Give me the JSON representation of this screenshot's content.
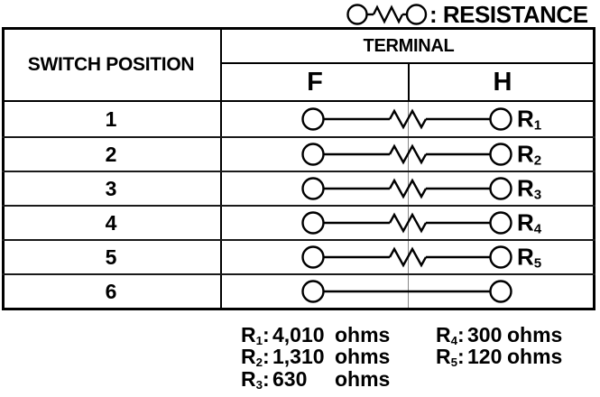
{
  "legend": {
    "icon": "resistor-symbol",
    "label": ": RESISTANCE"
  },
  "table": {
    "headers": {
      "switch_position": "SWITCH POSITION",
      "terminal": "TERMINAL",
      "f": "F",
      "h": "H"
    },
    "rows": [
      {
        "position": "1",
        "connection": "resistor",
        "label_base": "R",
        "label_sub": "1"
      },
      {
        "position": "2",
        "connection": "resistor",
        "label_base": "R",
        "label_sub": "2"
      },
      {
        "position": "3",
        "connection": "resistor",
        "label_base": "R",
        "label_sub": "3"
      },
      {
        "position": "4",
        "connection": "resistor",
        "label_base": "R",
        "label_sub": "4"
      },
      {
        "position": "5",
        "connection": "resistor",
        "label_base": "R",
        "label_sub": "5"
      },
      {
        "position": "6",
        "connection": "wire",
        "label_base": "",
        "label_sub": ""
      }
    ]
  },
  "footnotes": {
    "left": [
      {
        "base": "R",
        "sub": "1",
        "colon": ":",
        "value": "4,010",
        "unit": "ohms"
      },
      {
        "base": "R",
        "sub": "2",
        "colon": ":",
        "value": "1,310",
        "unit": "ohms"
      },
      {
        "base": "R",
        "sub": "3",
        "colon": ":",
        "value": "630",
        "unit": "ohms"
      }
    ],
    "right": [
      {
        "base": "R",
        "sub": "4",
        "colon": ":",
        "value": "300",
        "unit": "ohms"
      },
      {
        "base": "R",
        "sub": "5",
        "colon": ":",
        "value": "120",
        "unit": "ohms"
      }
    ]
  },
  "colors": {
    "ink": "#000000",
    "background": "#ffffff",
    "row_divider": "#1a1a1a",
    "fh_divider_light": "#888888"
  }
}
